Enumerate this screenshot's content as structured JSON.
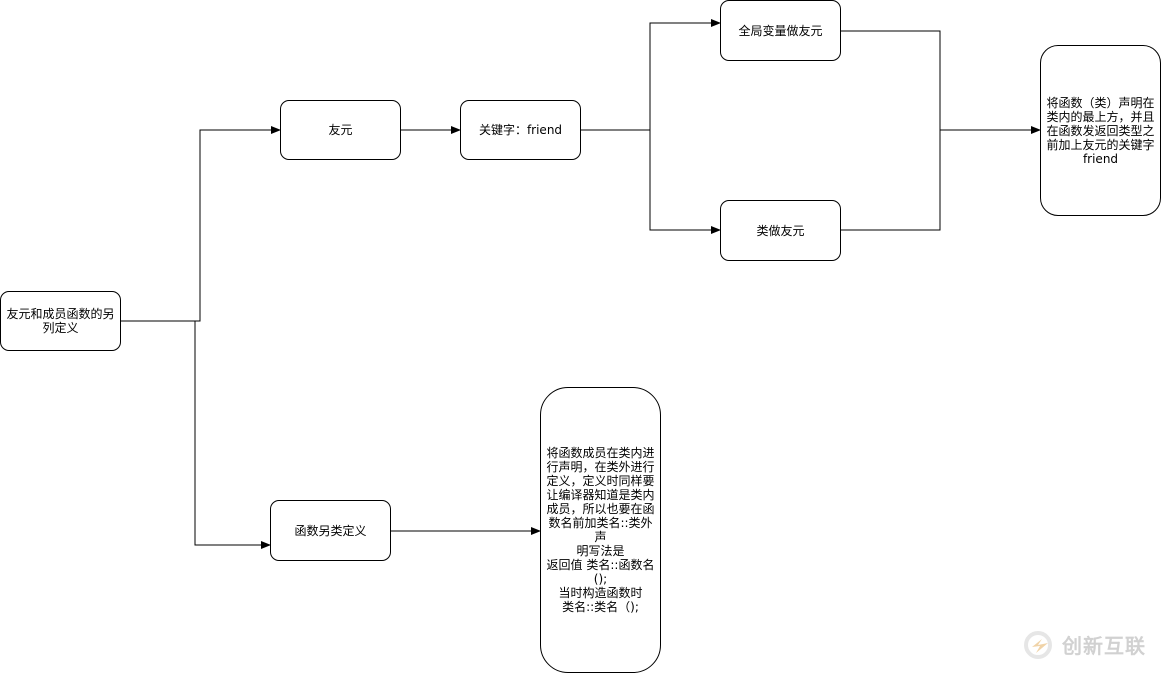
{
  "nodes": {
    "root": "友元和成员函数的另\n列定义",
    "friend": "友元",
    "keyword": "关键字：friend",
    "global_friend": "全局变量做友元",
    "class_friend": "类做友元",
    "friend_desc": "将函数（类）声明在\n类内的最上方，并且\n在函数发返回类型之\n前加上友元的关键字\nfriend",
    "member_def": "函数另类定义",
    "member_desc": "将函数成员在类内进\n行声明，在类外进行\n定义，定义时同样要\n让编译器知道是类内\n成员，所以也要在函\n数名前加类名::类外声\n明写法是\n返回值 类名::函数名\n();\n当时构造函数时\n类名::类名（);"
  },
  "watermark": {
    "text": "创新互联",
    "color": "#9a9a9a"
  },
  "colors": {
    "line": "#000000",
    "node_border": "#000000",
    "background": "#ffffff"
  }
}
